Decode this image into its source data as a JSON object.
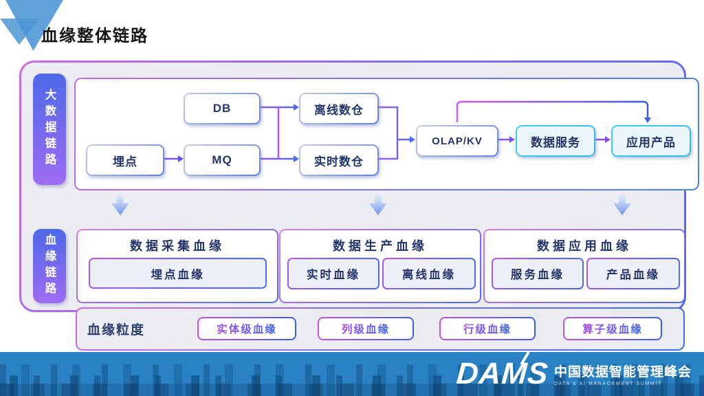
{
  "title": "血缘整体链路",
  "tabs": {
    "big_data": "大数据链路",
    "lineage": "血缘链路"
  },
  "flow": {
    "nodes": {
      "maidian": "埋点",
      "db": "DB",
      "mq": "MQ",
      "offline_dw": "离线数仓",
      "realtime_dw": "实时数仓",
      "olap_kv": "OLAP/KV",
      "data_service": "数据服务",
      "app_product": "应用产品"
    }
  },
  "lineage_groups": [
    {
      "title": "数据采集血缘",
      "items": [
        "埋点血缘"
      ]
    },
    {
      "title": "数据生产血缘",
      "items": [
        "实时血缘",
        "离线血缘"
      ]
    },
    {
      "title": "数据应用血缘",
      "items": [
        "服务血缘",
        "产品血缘"
      ]
    }
  ],
  "granularity": {
    "label": "血缘粒度",
    "chips": [
      "实体级血缘",
      "列级血缘",
      "行级血缘",
      "算子级血缘"
    ]
  },
  "footer": {
    "logo": "DAMS",
    "title": "中国数据智能管理峰会",
    "subtitle": "DATA & AI MANAGEMENT SUMMIT"
  },
  "colors": {
    "accent_purple": "#9b5ff0",
    "accent_blue": "#4a6cf0",
    "accent_magenta": "#c85ce8",
    "accent_cyan": "#2fc6ea",
    "footer_blue": "#2a81c3",
    "navy_text": "#22356b",
    "panel_gray": "#ecedf2",
    "triangle_blue": "#61a2db"
  }
}
